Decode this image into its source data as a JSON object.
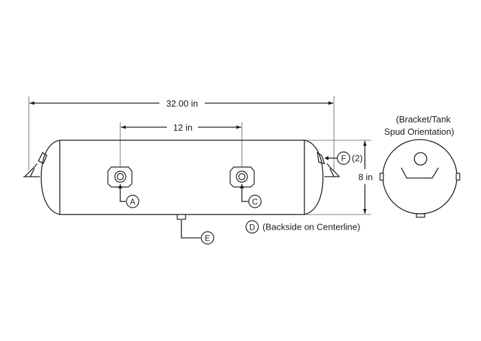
{
  "dimensions": {
    "overall_length": "32.00 in",
    "port_spacing": "12 in",
    "diameter": "8 in"
  },
  "callouts": {
    "a": "A",
    "c": "C",
    "d": "D",
    "d_note": "(Backside on Centerline)",
    "e": "E",
    "f": "F",
    "f_qty": "(2)"
  },
  "end_view": {
    "title_line1": "(Bracket/Tank",
    "title_line2": "Spud Orientation)"
  }
}
